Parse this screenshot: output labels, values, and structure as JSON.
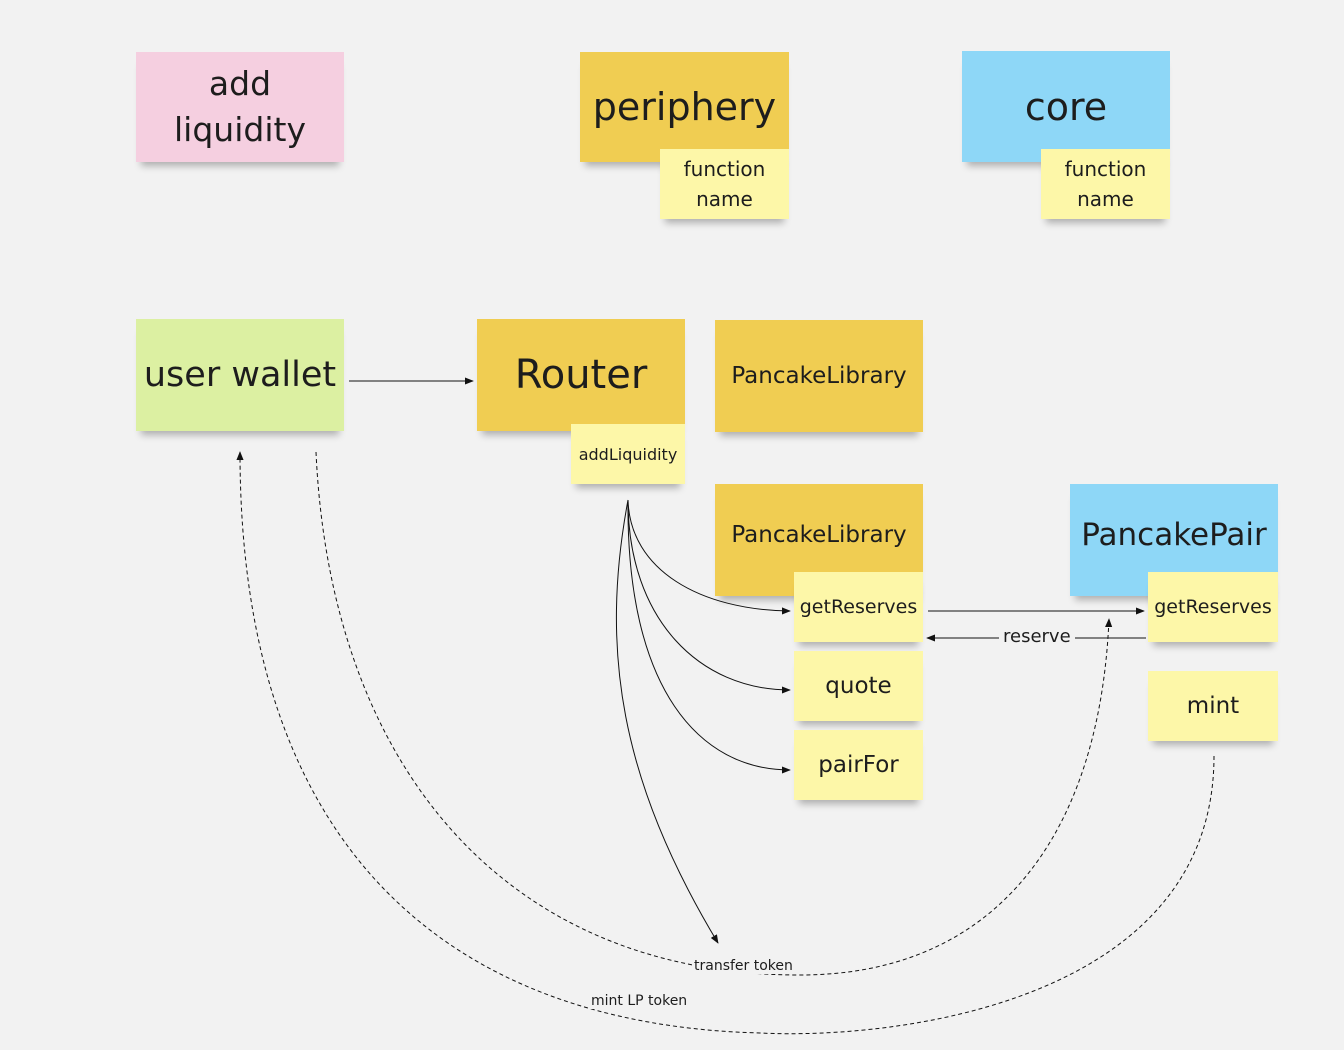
{
  "legend": {
    "add_liquidity": "add\nliquidity",
    "periphery": "periphery",
    "periphery_function": "function\nname",
    "core": "core",
    "core_function": "function\nname"
  },
  "nodes": {
    "user_wallet": "user wallet",
    "router": "Router",
    "add_liquidity_fn": "addLiquidity",
    "pancake_library_top": "PancakeLibrary",
    "pancake_library": "PancakeLibrary",
    "lib_get_reserves": "getReserves",
    "quote": "quote",
    "pair_for": "pairFor",
    "pancake_pair": "PancakePair",
    "pair_get_reserves": "getReserves",
    "mint": "mint"
  },
  "edge_labels": {
    "reserve": "reserve",
    "transfer_token": "transfer token",
    "mint_lp_token": "mint LP token"
  },
  "colors": {
    "pink": "#f5cfe0",
    "periphery_yellow": "#f0cd52",
    "core_blue": "#8ed7f7",
    "wallet_green": "#dcf0a2",
    "function_light_yellow": "#fdf7a8"
  }
}
